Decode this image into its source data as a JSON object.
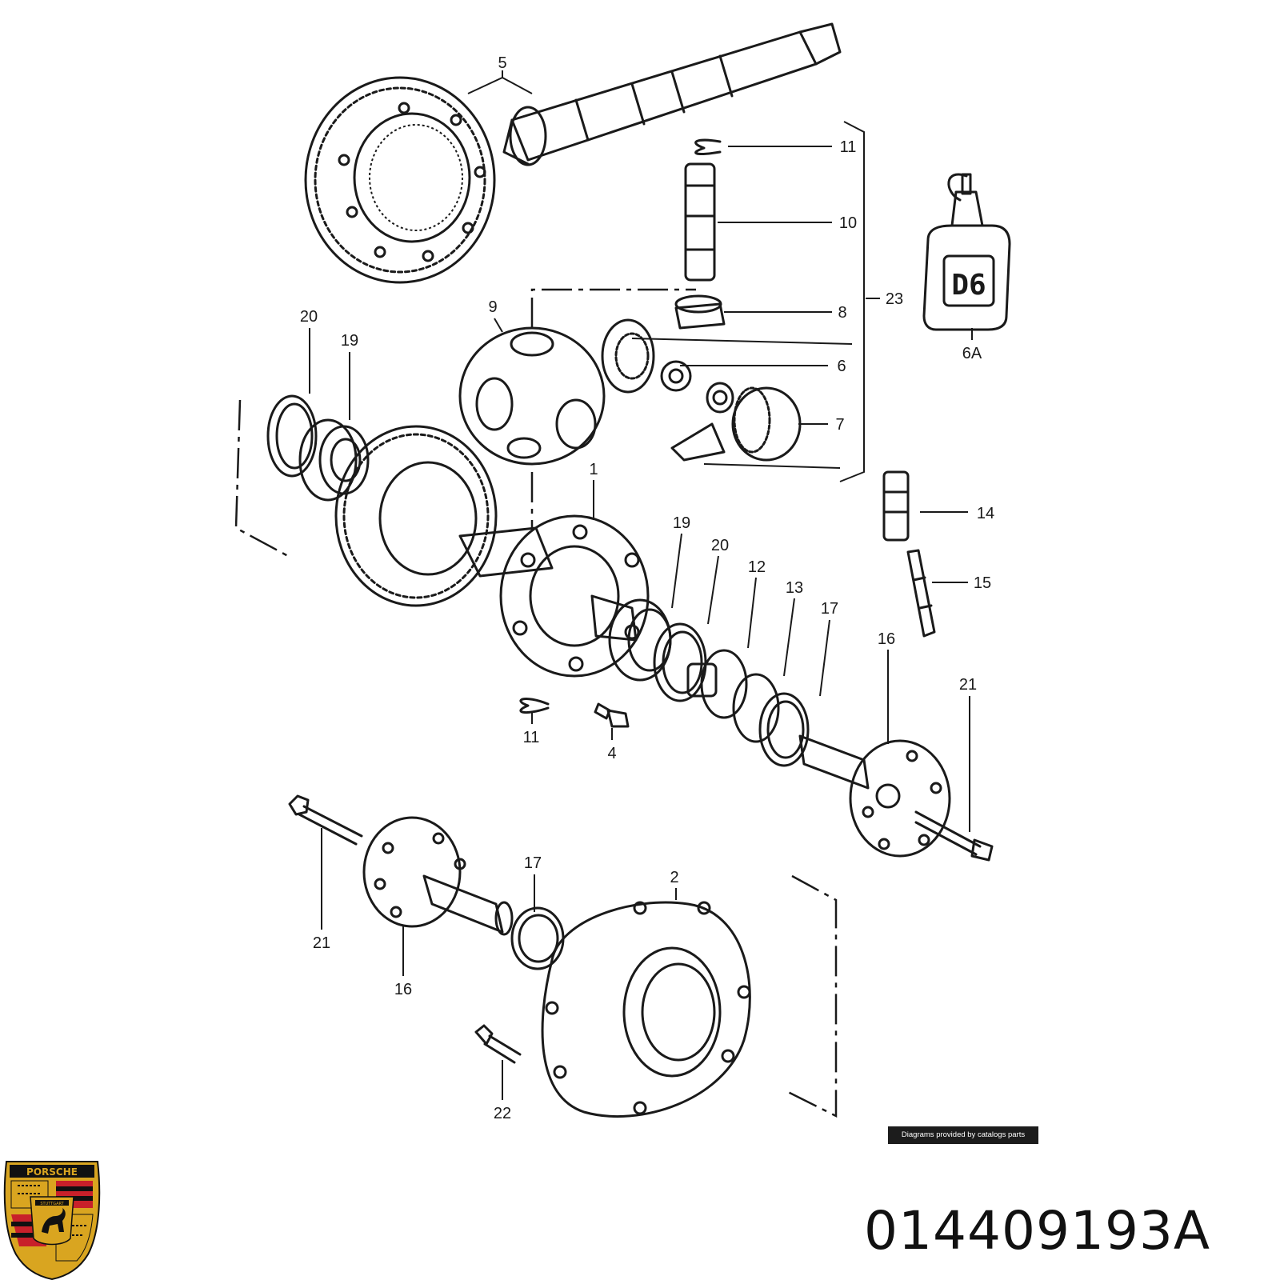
{
  "callouts": {
    "c5": "5",
    "c11a": "11",
    "c10": "10",
    "c23": "23",
    "c8": "8",
    "c9": "9",
    "c6": "6",
    "c7": "7",
    "c20a": "20",
    "c19a": "19",
    "c1": "1",
    "c6A": "6A",
    "c14": "14",
    "c15": "15",
    "c19b": "19",
    "c20b": "20",
    "c12": "12",
    "c13": "13",
    "c17a": "17",
    "c16a": "16",
    "c21a": "21",
    "c11b": "11",
    "c4": "4",
    "c17b": "17",
    "c2": "2",
    "c21b": "21",
    "c16b": "16",
    "c22": "22"
  },
  "bottle_label": "D6",
  "credit": "Diagrams provided by catalogs parts",
  "part_number": "014409193A",
  "logo": {
    "brand": "PORSCHE",
    "city": "STUTTGART",
    "colors": {
      "red": "#c8202a",
      "gold": "#d9a520",
      "black": "#111111"
    }
  }
}
